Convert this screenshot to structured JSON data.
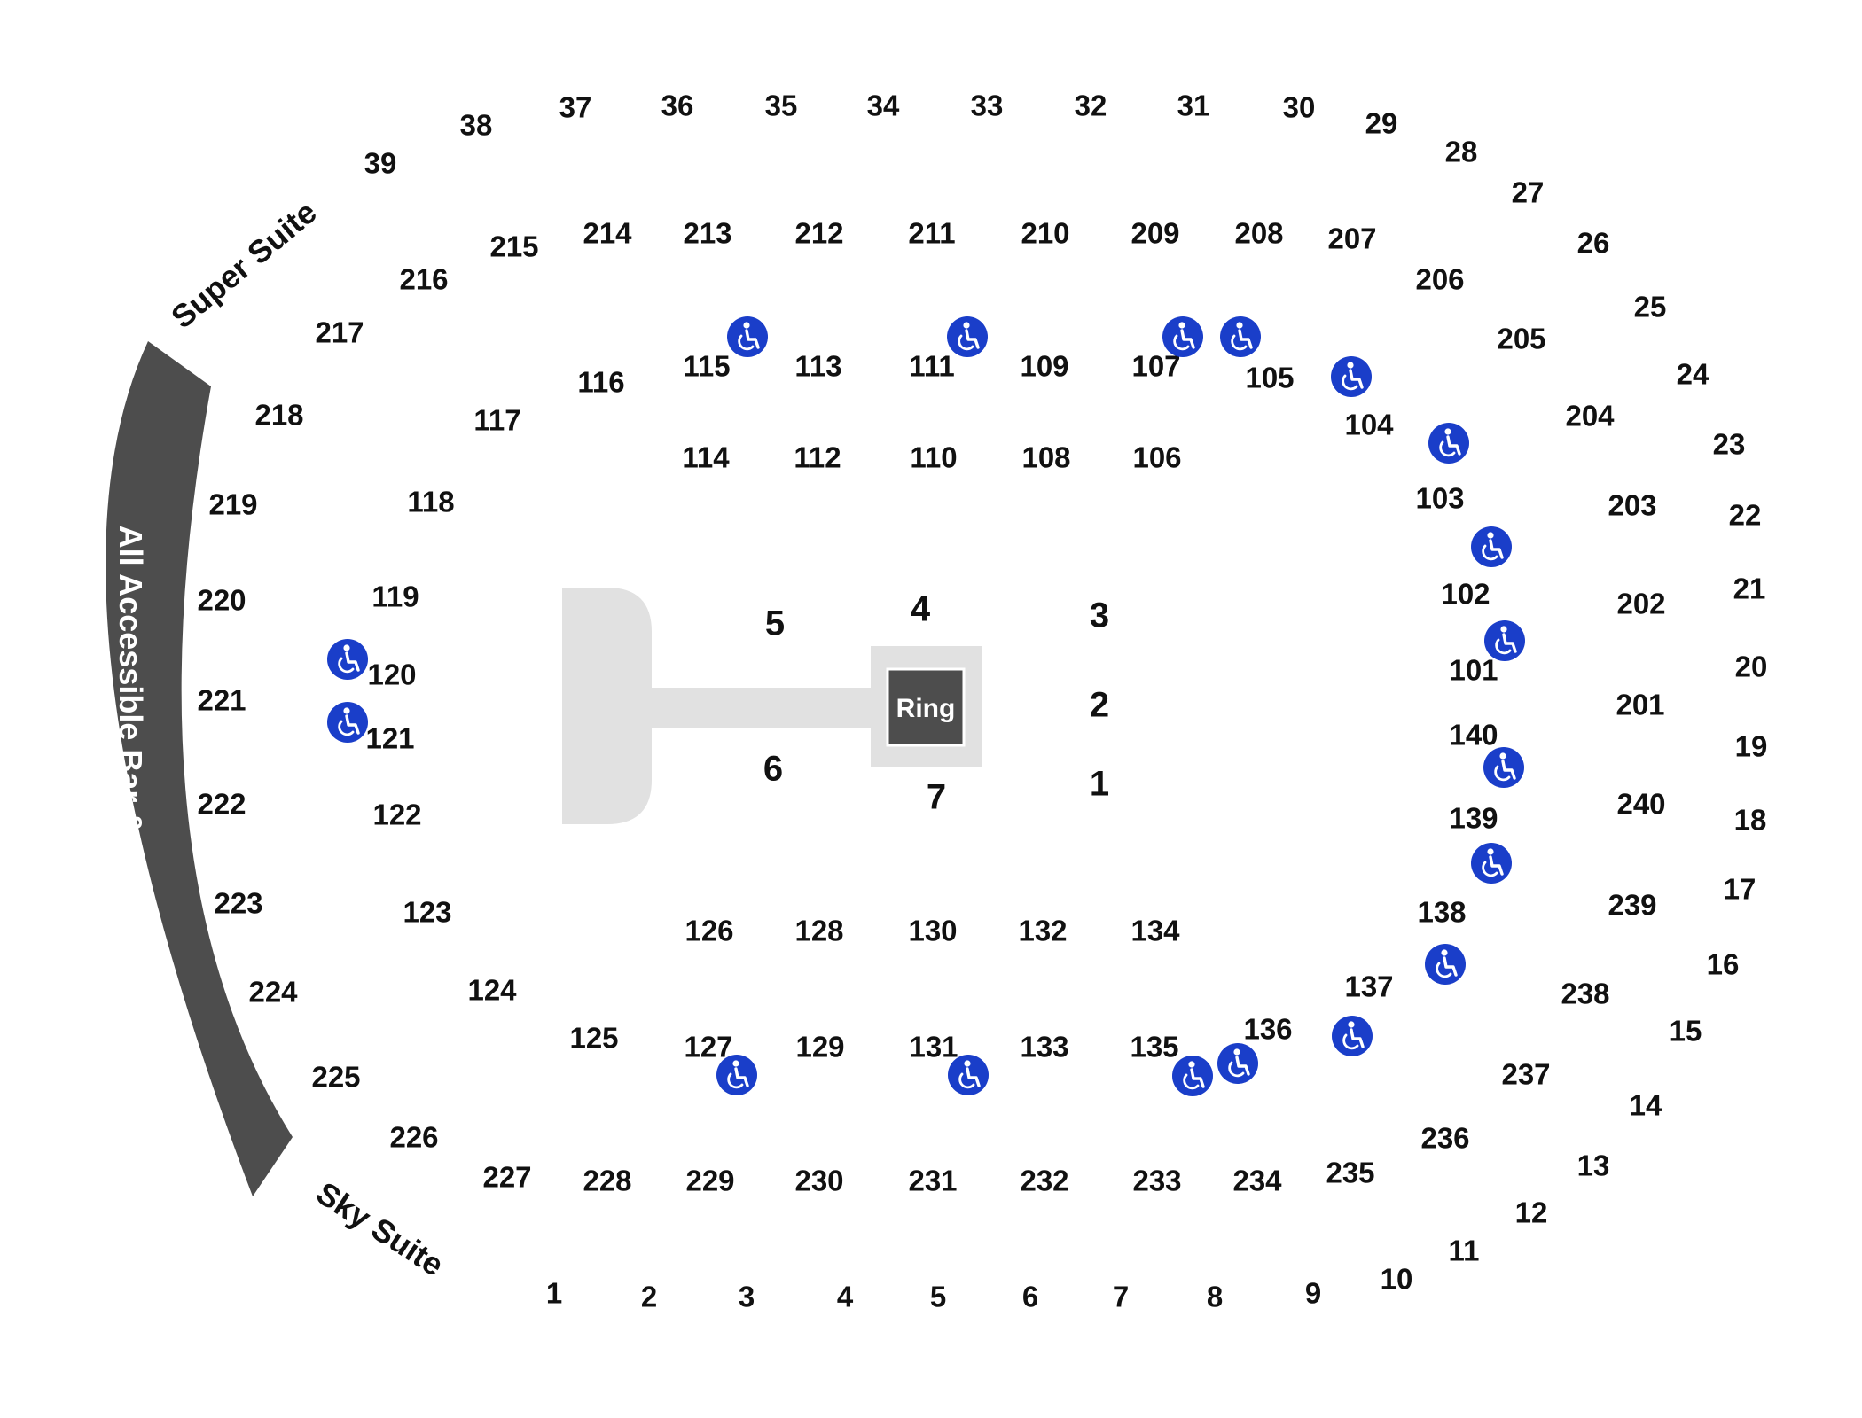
{
  "colors": {
    "bar": "#4d4d4d",
    "stage": "#e1e1e1",
    "ring": "#4d4d4d",
    "accessible": "#1a3ec9",
    "text": "#111111"
  },
  "labels": {
    "bar": "All Accessible Bar & Grill",
    "super_suite": "Super Suite",
    "sky_suite": "Sky Suite",
    "ring": "Ring"
  },
  "icons": {
    "accessible": "wheelchair-icon"
  },
  "floor_sections": [
    "1",
    "2",
    "3",
    "4",
    "5",
    "6",
    "7"
  ],
  "sections_100": [
    "101",
    "102",
    "103",
    "104",
    "105",
    "106",
    "107",
    "108",
    "109",
    "110",
    "111",
    "112",
    "113",
    "114",
    "115",
    "116",
    "117",
    "118",
    "119",
    "120",
    "121",
    "122",
    "123",
    "124",
    "125",
    "126",
    "127",
    "128",
    "129",
    "130",
    "131",
    "132",
    "133",
    "134",
    "135",
    "136",
    "137",
    "138",
    "139",
    "140"
  ],
  "sections_200": [
    "201",
    "202",
    "203",
    "204",
    "205",
    "206",
    "207",
    "208",
    "209",
    "210",
    "211",
    "212",
    "213",
    "214",
    "215",
    "216",
    "217",
    "218",
    "219",
    "220",
    "221",
    "222",
    "223",
    "224",
    "225",
    "226",
    "227",
    "228",
    "229",
    "230",
    "231",
    "232",
    "233",
    "234",
    "235",
    "236",
    "237",
    "238",
    "239",
    "240"
  ],
  "suites": [
    "1",
    "2",
    "3",
    "4",
    "5",
    "6",
    "7",
    "8",
    "9",
    "10",
    "11",
    "12",
    "13",
    "14",
    "15",
    "16",
    "17",
    "18",
    "19",
    "20",
    "21",
    "22",
    "23",
    "24",
    "25",
    "26",
    "27",
    "28",
    "29",
    "30",
    "31",
    "32",
    "33",
    "34",
    "35",
    "36",
    "37",
    "38",
    "39"
  ],
  "accessible_spots": [
    "115",
    "111",
    "107",
    "105",
    "104",
    "103",
    "102",
    "101",
    "140",
    "139",
    "138",
    "137",
    "136",
    "135",
    "131",
    "127",
    "120",
    "121"
  ]
}
